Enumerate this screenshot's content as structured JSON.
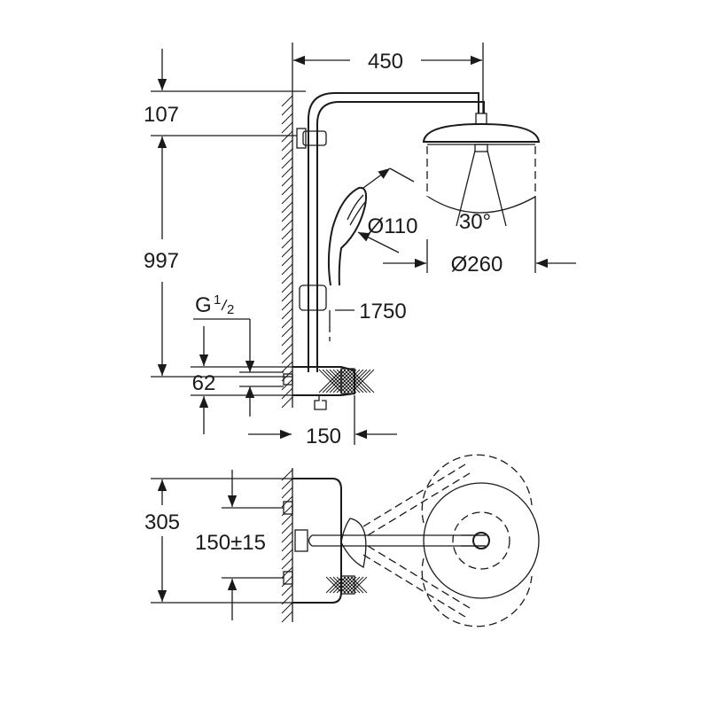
{
  "dimensions": {
    "width_arm": "450",
    "top_offset": "107",
    "rail_height": "997",
    "hand_shower_diameter": "Ø110",
    "spray_angle": "30°",
    "head_diameter": "Ø260",
    "connection_thread_main": "G",
    "connection_thread_num": "1",
    "connection_thread_den": "2",
    "outlet_height": "1750",
    "connection_depth": "62",
    "body_projection": "150",
    "body_width": "305",
    "connection_spacing": "150±15"
  },
  "colors": {
    "line": "#1a1a1a",
    "background": "#ffffff"
  }
}
